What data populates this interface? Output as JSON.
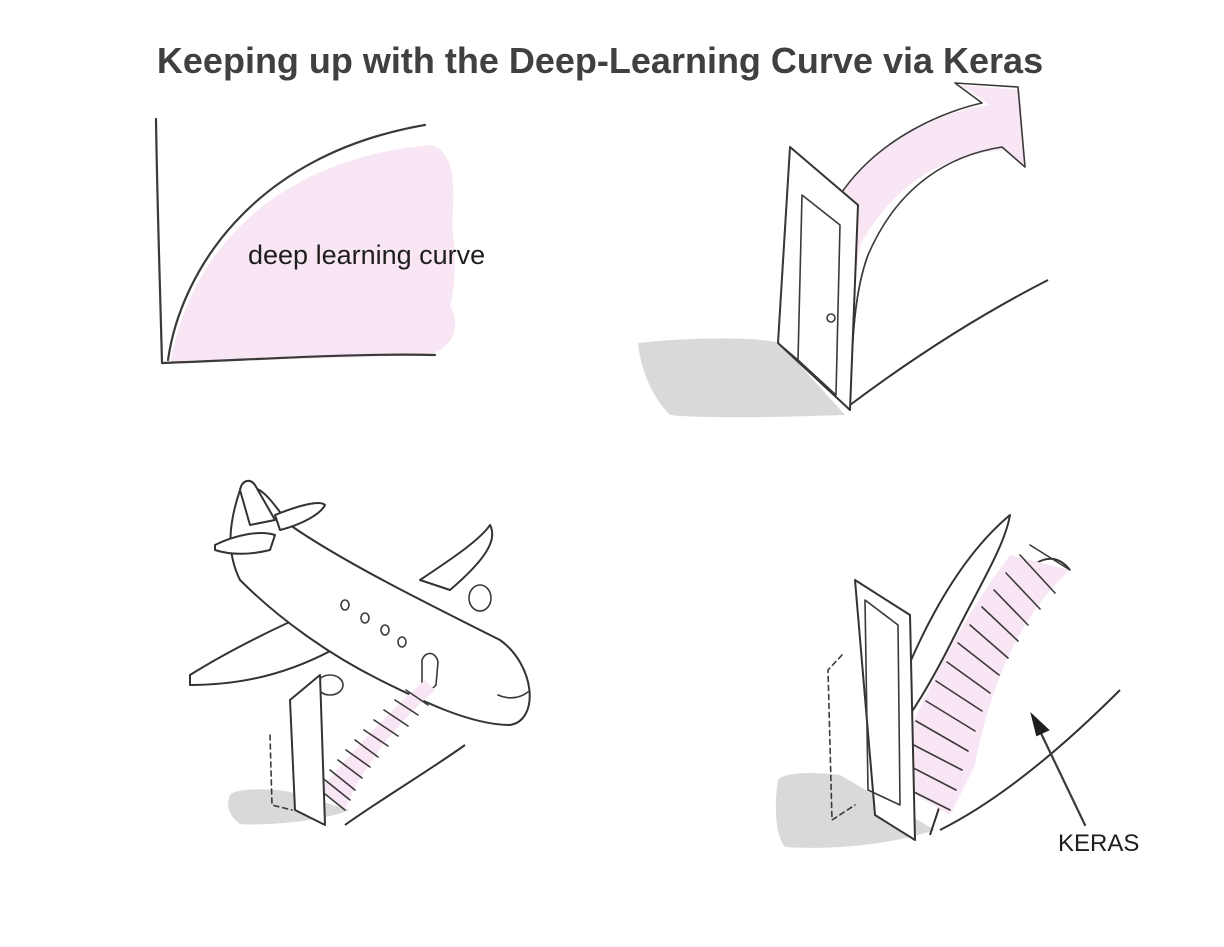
{
  "title": "Keeping up with the Deep-Learning Curve via Keras",
  "panels": {
    "curve": {
      "label": "deep learning curve"
    },
    "door_arrow": {},
    "airplane": {},
    "stairs": {
      "label": "KERAS"
    }
  },
  "colors": {
    "pink": "#f9e6f4",
    "shadow": "#d9d9d9",
    "ink": "#3a3a3a",
    "title": "#404040"
  }
}
